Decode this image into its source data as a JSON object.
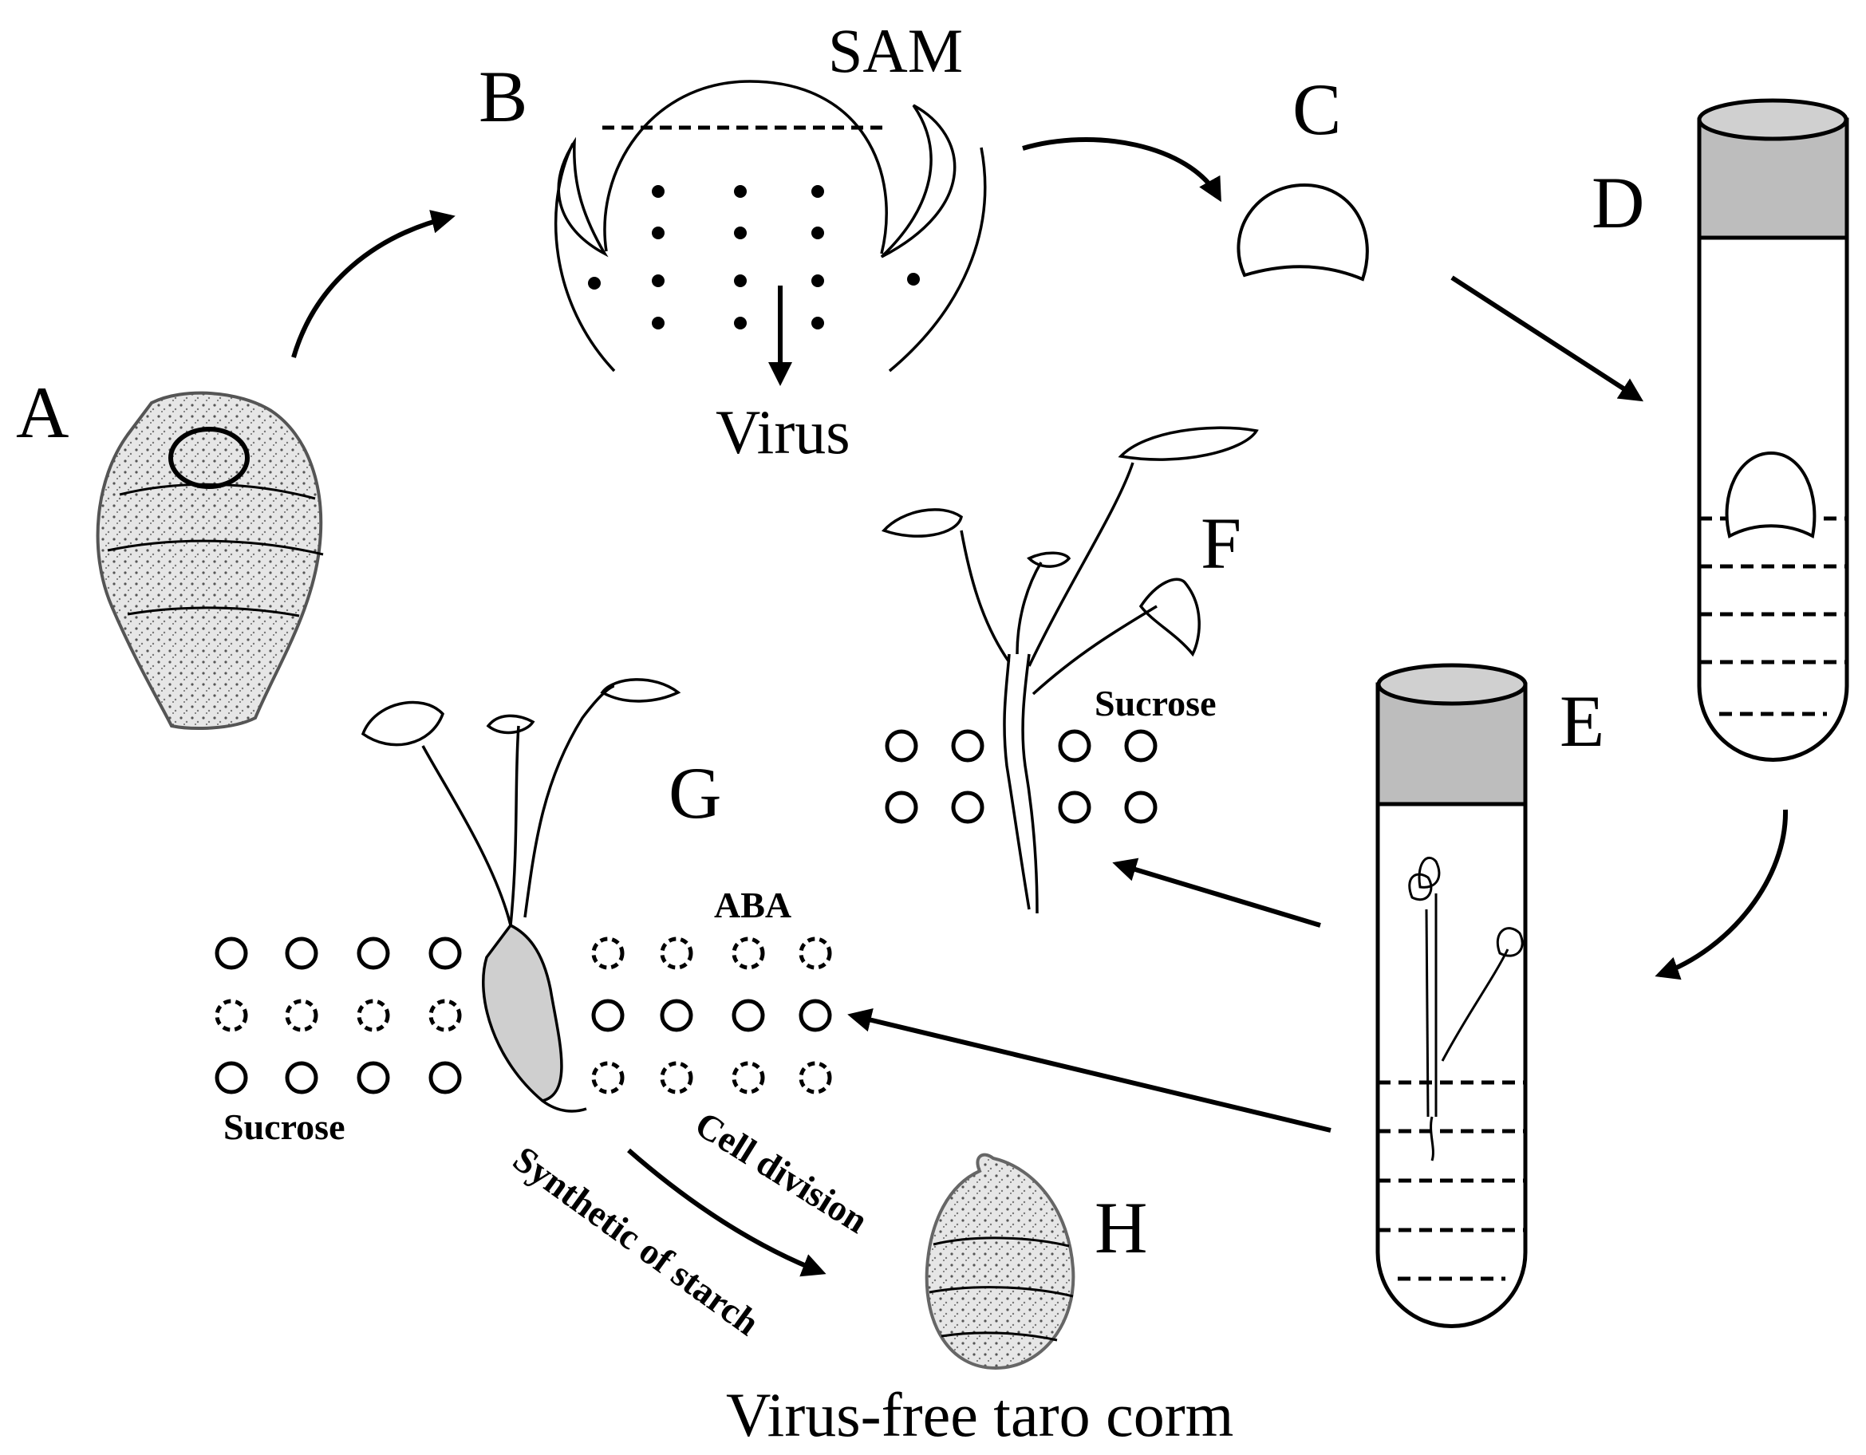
{
  "panels": {
    "a": "A",
    "b": "B",
    "c": "C",
    "d": "D",
    "e": "E",
    "f": "F",
    "g": "G",
    "h": "H"
  },
  "labels": {
    "sam": "SAM",
    "virus": "Virus",
    "sucrose_f": "Sucrose",
    "sucrose_g": "Sucrose",
    "aba": "ABA",
    "cell_division": "Cell division",
    "starch_synthesis": "Synthetic of starch",
    "caption": "Virus-free taro corm"
  },
  "colors": {
    "ink": "#000000",
    "cap_gray": "#bdbdbd",
    "corm_fill": "#d9d9d9",
    "background": "#ffffff"
  }
}
